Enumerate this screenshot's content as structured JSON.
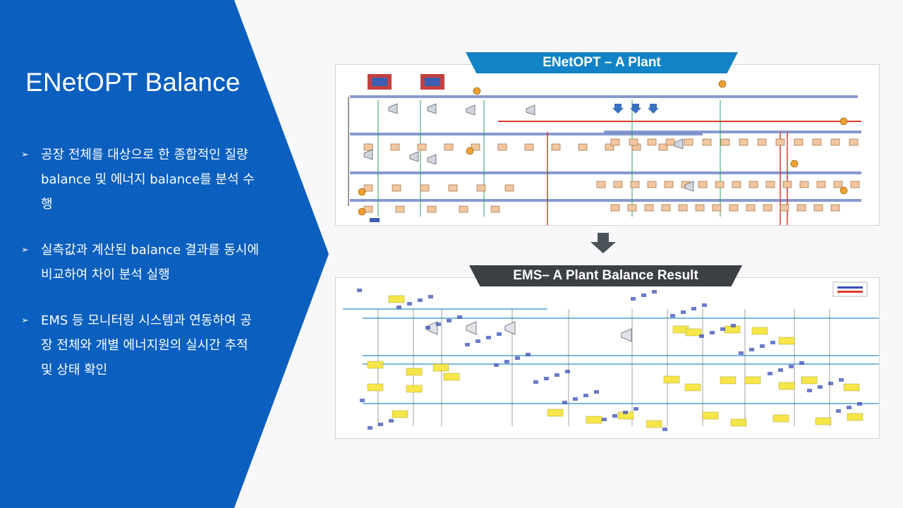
{
  "slide": {
    "title": "ENetOPT Balance",
    "bullets": [
      {
        "arrow": "➢",
        "text": "공장 전체를 대상으로 한 종합적인 질량 balance 및 에너지 balance를 분석 수행"
      },
      {
        "arrow": "➢",
        "text": "실측값과 계산된 balance 결과를 동시에 비교하여 차이 분석 실행"
      },
      {
        "arrow": "➢",
        "text": "EMS 등 모니터링 시스템과 연동하여 공장 전체와 개별 에너지원의 실시간 추적 및 상태 확인"
      }
    ]
  },
  "top_panel": {
    "banner": "ENetOPT – A Plant"
  },
  "bottom_panel": {
    "banner": "EMS– A Plant Balance Result"
  },
  "colors": {
    "panel_blue": "#0a5fbf",
    "banner_blue": "#1283c6",
    "banner_dark": "#3c4044",
    "arrow_gray": "#4b5258",
    "header_line_top": "#6a7fc4",
    "header_line_bottom": "#7ab8e6",
    "red_line": "#e03a2e",
    "green_line": "#2e9e5c",
    "equipment_orange": "#f2c7a0",
    "label_yellow": "#f6e64a"
  }
}
